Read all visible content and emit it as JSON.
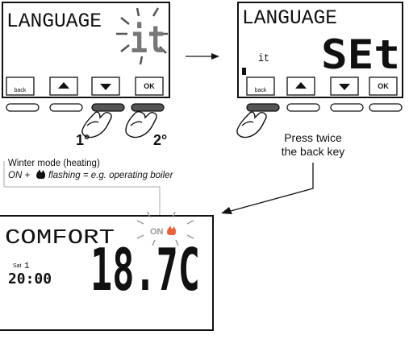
{
  "panel_left": {
    "title": "LANGUAGE",
    "value": "it",
    "buttons": {
      "back": "back",
      "ok": "OK"
    }
  },
  "panel_right": {
    "title": "LANGUAGE",
    "small_value": "it",
    "value": "SEt",
    "buttons": {
      "back": "back",
      "ok": "OK"
    }
  },
  "press_labels": {
    "first": "1°",
    "second": "2°"
  },
  "instruction": {
    "line1": "Press twice",
    "line2": "the back key"
  },
  "note": {
    "line1": "Winter mode (heating)",
    "line2_on": "ON +",
    "line2_rest": "flashing = e.g. operating boiler"
  },
  "panel_bottom": {
    "title": "COMFORT",
    "indicator": "ON",
    "day": "Sat",
    "day_num": "1",
    "time": "20:00",
    "temperature": "18.7C"
  },
  "icons": [
    "up-arrow-icon",
    "down-arrow-icon",
    "flame-icon",
    "pointing-hand-icon",
    "right-arrow-icon"
  ]
}
